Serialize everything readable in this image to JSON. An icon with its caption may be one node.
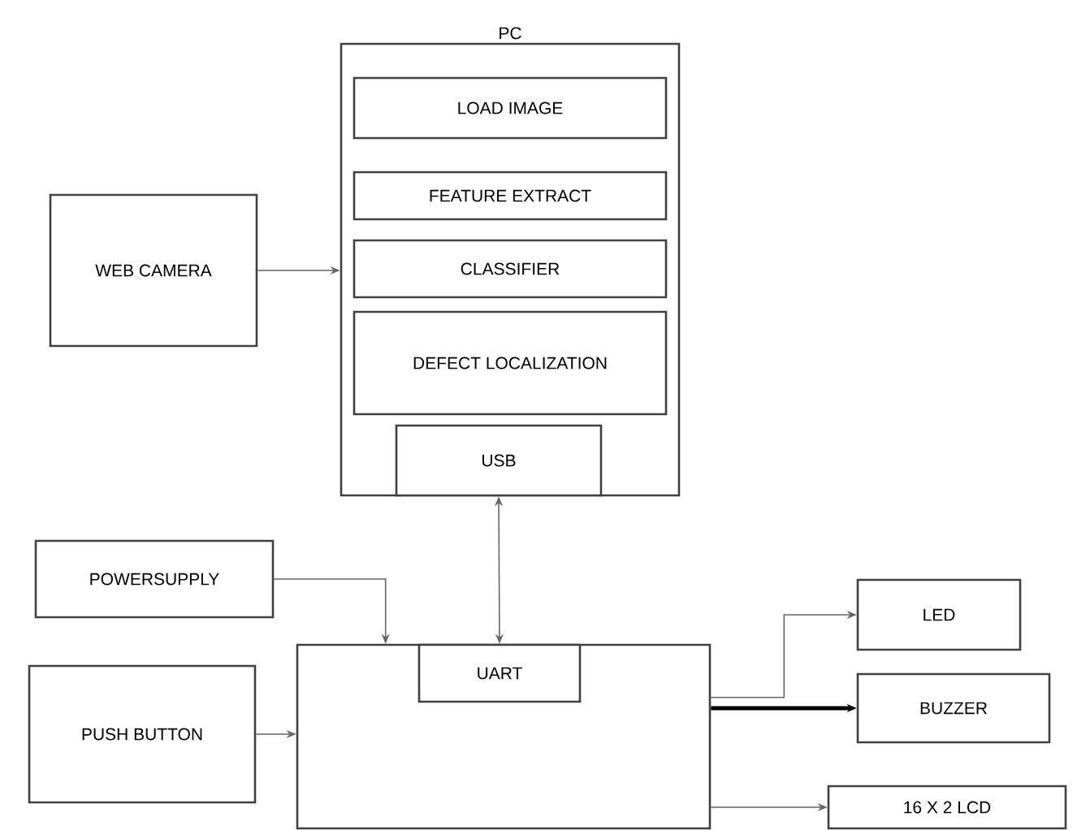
{
  "diagram": {
    "nodes": [
      {
        "text": [
          "PC"
        ]
      },
      {
        "text": [
          "LOAD IMAGE"
        ],
        "in": 0
      },
      {
        "text": [
          "FEATURE EXTRACT"
        ],
        "in": 0
      },
      {
        "text": [
          "CLASSIFIER"
        ],
        "in": 0
      },
      {
        "text": [
          "DEFECT LOCALIZATION"
        ],
        "in": 0
      },
      {
        "text": [
          "USB"
        ],
        "in": 0
      },
      {
        "text": [
          "WEB CAMERA"
        ]
      },
      {
        "text": [
          "POWERSUPPLY"
        ]
      },
      {
        "text": [
          "PUSH BUTTON"
        ]
      },
      {
        "text": [],
        "shape": "box"
      },
      {
        "text": [
          "UART"
        ],
        "in": 9
      },
      {
        "text": [
          "LED"
        ]
      },
      {
        "text": [
          "BUZZER"
        ]
      },
      {
        "text": [
          "16 X 2 LCD"
        ]
      }
    ],
    "edges": [
      {
        "from": 6,
        "to": 0,
        "arrow": "to"
      },
      {
        "from": 5,
        "to": 10,
        "arrow": "both"
      },
      {
        "from": 7,
        "to": 9,
        "arrow": "to"
      },
      {
        "from": 8,
        "to": 9,
        "arrow": "to"
      },
      {
        "from": 9,
        "to": 11,
        "arrow": "to"
      },
      {
        "from": 9,
        "to": 12,
        "arrow": "to",
        "style": "thick",
        "color": "#000000"
      },
      {
        "from": 9,
        "to": 13,
        "arrow": "to"
      }
    ]
  }
}
